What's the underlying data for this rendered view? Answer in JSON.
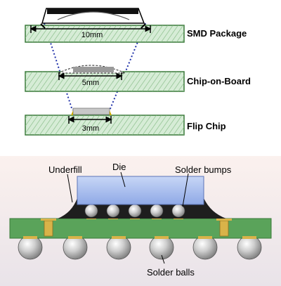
{
  "top_diagram": {
    "packages": [
      {
        "name": "SMD Package",
        "size_label": "10mm"
      },
      {
        "name": "Chip-on-Board",
        "size_label": "5mm"
      },
      {
        "name": "Flip Chip",
        "size_label": "3mm"
      }
    ]
  },
  "cross_section": {
    "labels": {
      "underfill": "Underfill",
      "die": "Die",
      "solder_bumps": "Solder bumps",
      "solder_balls": "Solder balls"
    },
    "colors": {
      "background_top": "#fbf1ee",
      "background_bottom": "#e9e3e9",
      "die": "#a9bff0",
      "substrate": "#5aa35a",
      "via": "#d9b349",
      "ball": "#c6c6c6",
      "underfill": "#1e1e1e"
    }
  }
}
